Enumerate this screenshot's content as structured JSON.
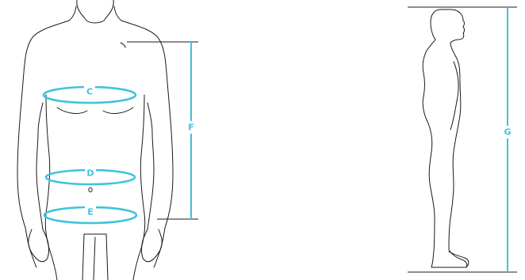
{
  "accent_color": "#3fc3dc",
  "line_color": "#1a1a1a",
  "measurements": {
    "chest": "C",
    "waist": "D",
    "hips": "E",
    "torso_length": "F",
    "height": "G"
  }
}
